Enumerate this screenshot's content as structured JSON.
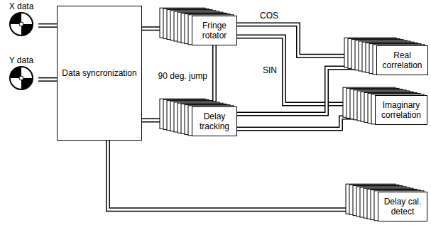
{
  "diagram": {
    "nodes": [
      {
        "text": [
          "X data"
        ]
      },
      {
        "text": [
          "Y data"
        ]
      },
      {
        "text": [
          "Data syncronization"
        ]
      },
      {
        "text": [
          "Fringe rotator"
        ]
      },
      {
        "text": [
          "Delay tracking"
        ]
      },
      {
        "text": [
          "Real correlation"
        ]
      },
      {
        "text": [
          "Imaginary correlation"
        ]
      },
      {
        "text": [
          "Delay cal. detect"
        ]
      }
    ],
    "edges": [
      {
        "from": 0,
        "to": 2,
        "arrow": "none"
      },
      {
        "from": 1,
        "to": 2,
        "arrow": "none"
      },
      {
        "from": 2,
        "to": 3,
        "arrow": "none"
      },
      {
        "from": 2,
        "to": 4,
        "arrow": "none"
      },
      {
        "from": 2,
        "to": 7,
        "arrow": "none"
      },
      {
        "from": 4,
        "to": 3,
        "label": "90 deg. jump",
        "arrow": "none"
      },
      {
        "from": 3,
        "to": 5,
        "label": "COS",
        "arrow": "none"
      },
      {
        "from": 3,
        "to": 6,
        "label": "SIN",
        "arrow": "none"
      },
      {
        "from": 4,
        "to": 5,
        "arrow": "none"
      },
      {
        "from": 4,
        "to": 6,
        "arrow": "none"
      }
    ]
  }
}
